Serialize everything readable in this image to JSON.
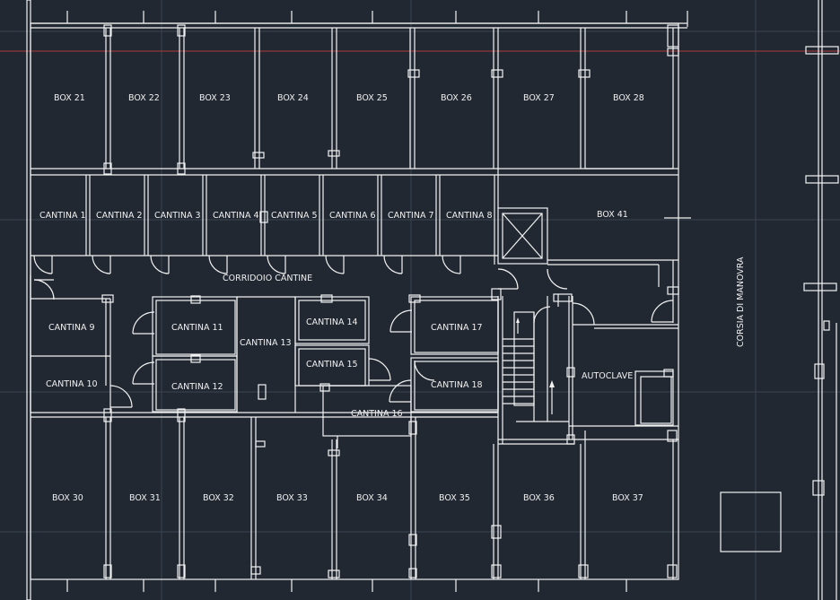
{
  "drawing": {
    "rooms": {
      "box21": "BOX 21",
      "box22": "BOX 22",
      "box23": "BOX 23",
      "box24": "BOX 24",
      "box25": "BOX 25",
      "box26": "BOX 26",
      "box27": "BOX 27",
      "box28": "BOX 28",
      "box41": "BOX 41",
      "c1": "CANTINA 1",
      "c2": "CANTINA 2",
      "c3": "CANTINA 3",
      "c4": "CANTINA 4",
      "c5": "CANTINA 5",
      "c6": "CANTINA 6",
      "c7": "CANTINA 7",
      "c8": "CANTINA 8",
      "c9": "CANTINA 9",
      "c10": "CANTINA 10",
      "c11": "CANTINA 11",
      "c12": "CANTINA 12",
      "c13": "CANTINA 13",
      "c14": "CANTINA 14",
      "c15": "CANTINA 15",
      "c16": "CANTINA 16",
      "c17": "CANTINA 17",
      "c18": "CANTINA 18",
      "corridor": "CORRIDOIO CANTINE",
      "autoclave": "AUTOCLAVE",
      "maneuver": "CORSIA DI MANOVRA",
      "box30": "BOX 30",
      "box31": "BOX 31",
      "box32": "BOX 32",
      "box33": "BOX 33",
      "box34": "BOX 34",
      "box35": "BOX 35",
      "box36": "BOX 36",
      "box37": "BOX 37"
    },
    "colors": {
      "background": "#212832",
      "walls": "#f2f2f2",
      "grid": "#3a4552",
      "axis": "#c0392b"
    }
  }
}
